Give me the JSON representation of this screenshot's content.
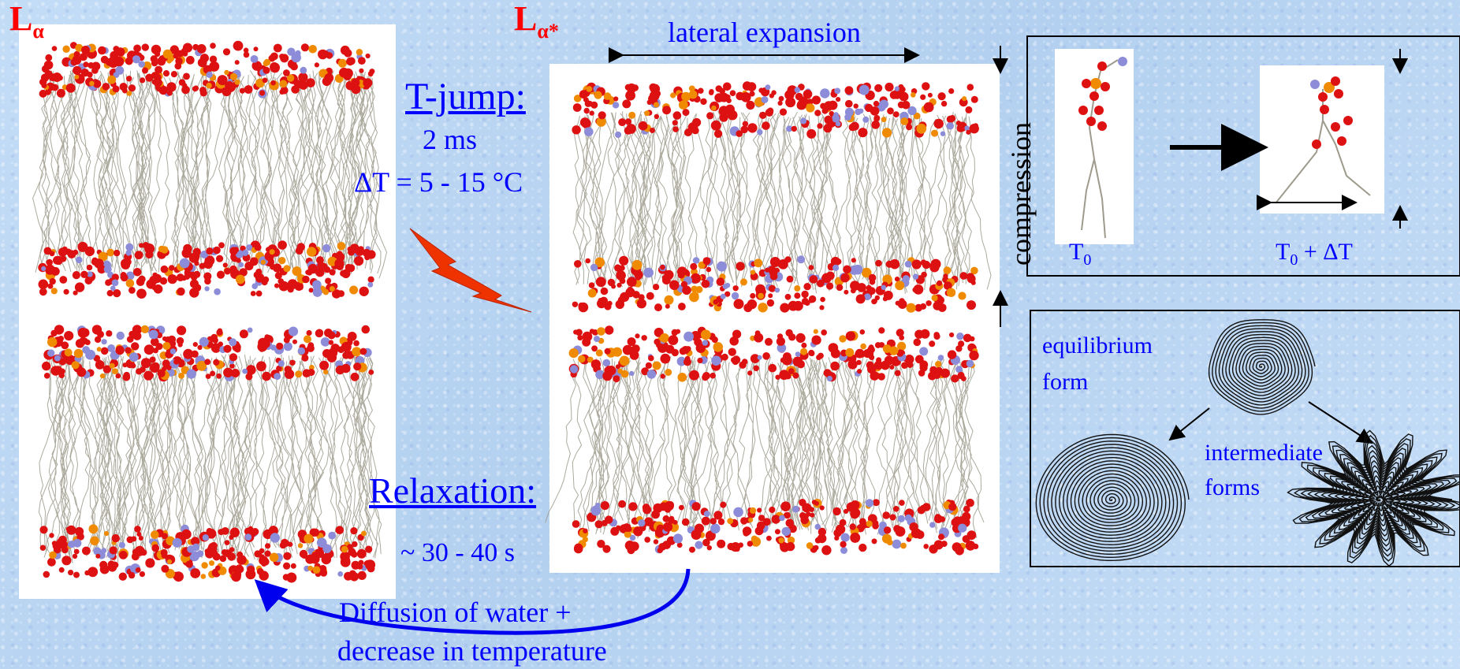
{
  "phase_left": {
    "main": "L",
    "sub": "α"
  },
  "phase_right": {
    "main": "L",
    "sub": "α*"
  },
  "lateral_expansion": "lateral expansion",
  "compression": "compression",
  "t_jump": {
    "title": "T-jump:",
    "duration": "2 ms",
    "delta": "ΔT = 5 - 15 °C"
  },
  "relaxation": {
    "title": "Relaxation:",
    "duration": "~ 30 - 40 s"
  },
  "diffusion": {
    "line1": "Diffusion of water +",
    "line2": "decrease in temperature"
  },
  "molecule_panel": {
    "t0_main": "T",
    "t0_sub": "0",
    "t1_main": "T",
    "t1_sub": "0",
    "t1_rest": " + ΔT"
  },
  "forms_panel": {
    "equilibrium1": "equilibrium",
    "equilibrium2": "form",
    "intermediate1": "intermediate",
    "intermediate2": "forms"
  },
  "colors": {
    "text_blue": "#0000ff",
    "label_red": "#ff0000",
    "lipid_head": "#dd1111",
    "phosphorus": "#f08a00",
    "nitrogen": "#8c8cd8",
    "chain": "#9e9b8c",
    "bolt": "#ee3300"
  }
}
